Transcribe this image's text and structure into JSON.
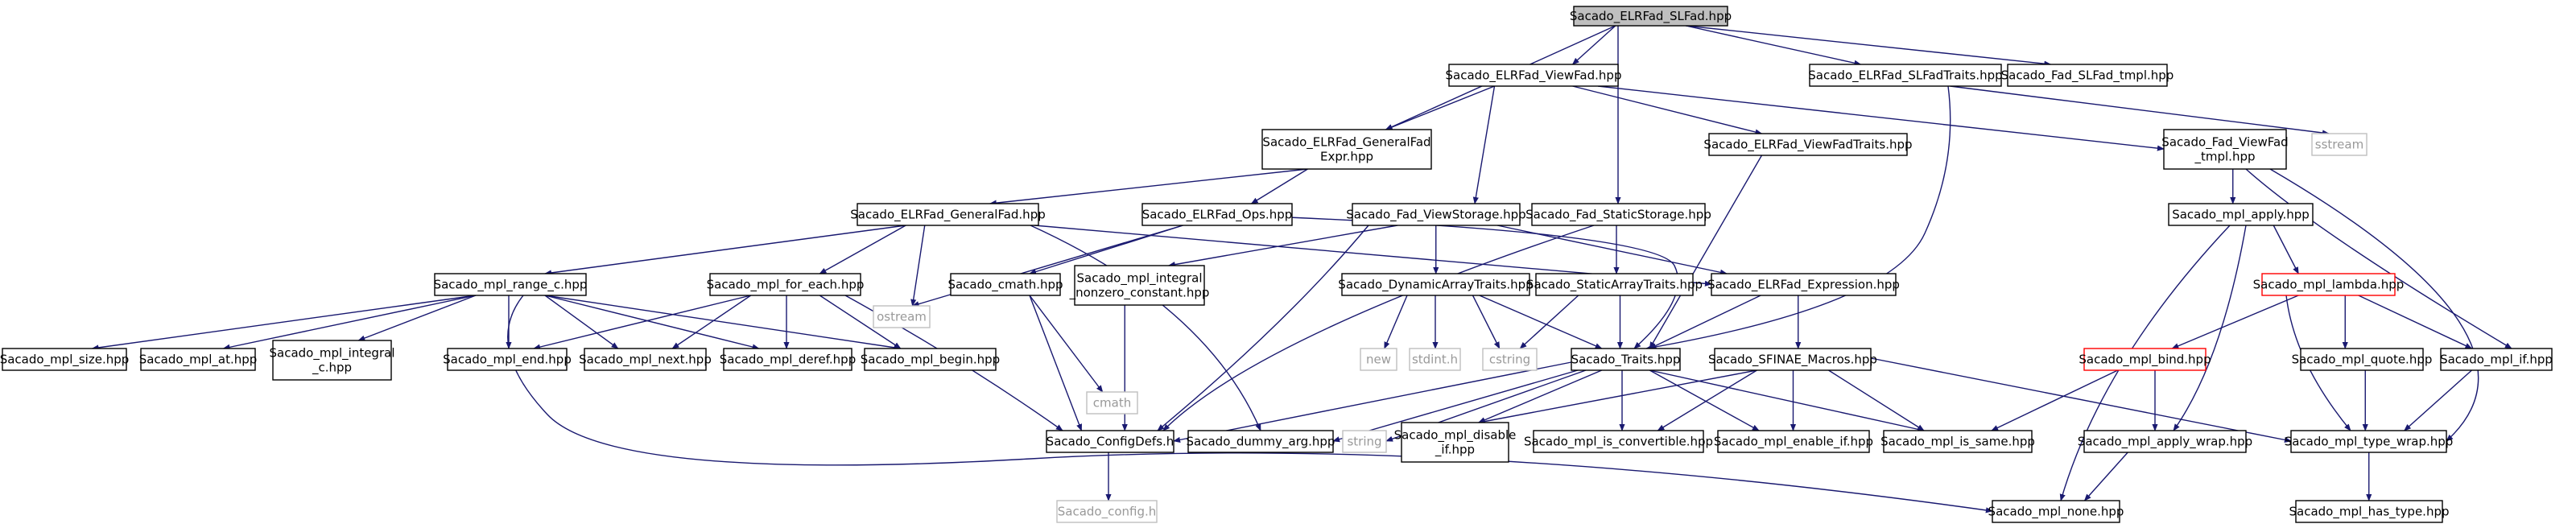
{
  "colors": {
    "edge": "#191970",
    "root_fill": "#bfbfbf",
    "node_border": "#000000",
    "missing_border": "#ff0000",
    "system_border": "#bfbfbf",
    "system_text": "#999999"
  },
  "nodes": [
    {
      "id": "root",
      "lines": [
        "Sacado_ELRFad_SLFad.hpp"
      ],
      "style": "root"
    },
    {
      "id": "viewfad",
      "lines": [
        "Sacado_ELRFad_ViewFad.hpp"
      ],
      "style": "normal"
    },
    {
      "id": "slfadtraits",
      "lines": [
        "Sacado_ELRFad_SLFadTraits.hpp"
      ],
      "style": "normal"
    },
    {
      "id": "slfadtmpl",
      "lines": [
        "Sacado_Fad_SLFad_tmpl.hpp"
      ],
      "style": "normal"
    },
    {
      "id": "genfadexpr",
      "lines": [
        "Sacado_ELRFad_GeneralFad",
        "Expr.hpp"
      ],
      "style": "normal"
    },
    {
      "id": "viewfadtraits",
      "lines": [
        "Sacado_ELRFad_ViewFadTraits.hpp"
      ],
      "style": "normal"
    },
    {
      "id": "viewfadtmpl",
      "lines": [
        "Sacado_Fad_ViewFad",
        "_tmpl.hpp"
      ],
      "style": "normal"
    },
    {
      "id": "sstream",
      "lines": [
        "sstream"
      ],
      "style": "system"
    },
    {
      "id": "genfad",
      "lines": [
        "Sacado_ELRFad_GeneralFad.hpp"
      ],
      "style": "normal"
    },
    {
      "id": "ops",
      "lines": [
        "Sacado_ELRFad_Ops.hpp"
      ],
      "style": "normal"
    },
    {
      "id": "viewstorage",
      "lines": [
        "Sacado_Fad_ViewStorage.hpp"
      ],
      "style": "normal"
    },
    {
      "id": "staticstorage",
      "lines": [
        "Sacado_Fad_StaticStorage.hpp"
      ],
      "style": "normal"
    },
    {
      "id": "mplapply",
      "lines": [
        "Sacado_mpl_apply.hpp"
      ],
      "style": "normal"
    },
    {
      "id": "rangec",
      "lines": [
        "Sacado_mpl_range_c.hpp"
      ],
      "style": "normal"
    },
    {
      "id": "foreach",
      "lines": [
        "Sacado_mpl_for_each.hpp"
      ],
      "style": "normal"
    },
    {
      "id": "ostream",
      "lines": [
        "ostream"
      ],
      "style": "system"
    },
    {
      "id": "cmathhpp",
      "lines": [
        "Sacado_cmath.hpp"
      ],
      "style": "normal"
    },
    {
      "id": "integralnz",
      "lines": [
        "Sacado_mpl_integral",
        "_nonzero_constant.hpp"
      ],
      "style": "normal"
    },
    {
      "id": "dynarray",
      "lines": [
        "Sacado_DynamicArrayTraits.hpp"
      ],
      "style": "normal"
    },
    {
      "id": "staticarray",
      "lines": [
        "Sacado_StaticArrayTraits.hpp"
      ],
      "style": "normal"
    },
    {
      "id": "expression",
      "lines": [
        "Sacado_ELRFad_Expression.hpp"
      ],
      "style": "normal"
    },
    {
      "id": "lambda",
      "lines": [
        "Sacado_mpl_lambda.hpp"
      ],
      "style": "missing"
    },
    {
      "id": "mplsize",
      "lines": [
        "Sacado_mpl_size.hpp"
      ],
      "style": "normal"
    },
    {
      "id": "mplat",
      "lines": [
        "Sacado_mpl_at.hpp"
      ],
      "style": "normal"
    },
    {
      "id": "mplintegralc",
      "lines": [
        "Sacado_mpl_integral",
        "_c.hpp"
      ],
      "style": "normal"
    },
    {
      "id": "mplend",
      "lines": [
        "Sacado_mpl_end.hpp"
      ],
      "style": "normal"
    },
    {
      "id": "mplnext",
      "lines": [
        "Sacado_mpl_next.hpp"
      ],
      "style": "normal"
    },
    {
      "id": "mplderef",
      "lines": [
        "Sacado_mpl_deref.hpp"
      ],
      "style": "normal"
    },
    {
      "id": "mplbegin",
      "lines": [
        "Sacado_mpl_begin.hpp"
      ],
      "style": "normal"
    },
    {
      "id": "cmath",
      "lines": [
        "cmath"
      ],
      "style": "system"
    },
    {
      "id": "new",
      "lines": [
        "new"
      ],
      "style": "system"
    },
    {
      "id": "stdinth",
      "lines": [
        "stdint.h"
      ],
      "style": "system"
    },
    {
      "id": "cstring",
      "lines": [
        "cstring"
      ],
      "style": "system"
    },
    {
      "id": "traits",
      "lines": [
        "Sacado_Traits.hpp"
      ],
      "style": "normal"
    },
    {
      "id": "sfinae",
      "lines": [
        "Sacado_SFINAE_Macros.hpp"
      ],
      "style": "normal"
    },
    {
      "id": "mplbind",
      "lines": [
        "Sacado_mpl_bind.hpp"
      ],
      "style": "missing"
    },
    {
      "id": "mplquote",
      "lines": [
        "Sacado_mpl_quote.hpp"
      ],
      "style": "normal"
    },
    {
      "id": "mplif",
      "lines": [
        "Sacado_mpl_if.hpp"
      ],
      "style": "normal"
    },
    {
      "id": "configdefs",
      "lines": [
        "Sacado_ConfigDefs.h"
      ],
      "style": "normal"
    },
    {
      "id": "dummyarg",
      "lines": [
        "Sacado_dummy_arg.hpp"
      ],
      "style": "normal"
    },
    {
      "id": "string",
      "lines": [
        "string"
      ],
      "style": "system"
    },
    {
      "id": "disableif",
      "lines": [
        "Sacado_mpl_disable",
        "_if.hpp"
      ],
      "style": "normal"
    },
    {
      "id": "isconvertible",
      "lines": [
        "Sacado_mpl_is_convertible.hpp"
      ],
      "style": "normal"
    },
    {
      "id": "enableif",
      "lines": [
        "Sacado_mpl_enable_if.hpp"
      ],
      "style": "normal"
    },
    {
      "id": "issame",
      "lines": [
        "Sacado_mpl_is_same.hpp"
      ],
      "style": "normal"
    },
    {
      "id": "applywrap",
      "lines": [
        "Sacado_mpl_apply_wrap.hpp"
      ],
      "style": "normal"
    },
    {
      "id": "typewrap",
      "lines": [
        "Sacado_mpl_type_wrap.hpp"
      ],
      "style": "normal"
    },
    {
      "id": "configh",
      "lines": [
        "Sacado_config.h"
      ],
      "style": "system"
    },
    {
      "id": "mplnone",
      "lines": [
        "Sacado_mpl_none.hpp"
      ],
      "style": "normal"
    },
    {
      "id": "hastype",
      "lines": [
        "Sacado_mpl_has_type.hpp"
      ],
      "style": "normal"
    }
  ],
  "edges": [
    [
      "root",
      "viewfad"
    ],
    [
      "root",
      "genfadexpr"
    ],
    [
      "root",
      "staticstorage"
    ],
    [
      "root",
      "slfadtraits"
    ],
    [
      "root",
      "slfadtmpl"
    ],
    [
      "viewfad",
      "genfadexpr"
    ],
    [
      "viewfad",
      "viewstorage"
    ],
    [
      "viewfad",
      "viewfadtraits"
    ],
    [
      "viewfad",
      "viewfadtmpl"
    ],
    [
      "slfadtraits",
      "sstream"
    ],
    [
      "slfadtraits",
      "traits"
    ],
    [
      "genfadexpr",
      "genfad"
    ],
    [
      "genfadexpr",
      "ops"
    ],
    [
      "genfad",
      "rangec"
    ],
    [
      "genfad",
      "foreach"
    ],
    [
      "genfad",
      "ostream"
    ],
    [
      "genfad",
      "dummyarg"
    ],
    [
      "genfad",
      "expression"
    ],
    [
      "ops",
      "ostream"
    ],
    [
      "ops",
      "cmathhpp"
    ],
    [
      "ops",
      "traits"
    ],
    [
      "viewstorage",
      "integralnz"
    ],
    [
      "viewstorage",
      "dynarray"
    ],
    [
      "viewstorage",
      "configdefs"
    ],
    [
      "viewstorage",
      "expression"
    ],
    [
      "staticstorage",
      "staticarray"
    ],
    [
      "staticstorage",
      "configdefs"
    ],
    [
      "viewfadtraits",
      "traits"
    ],
    [
      "viewfadtmpl",
      "mplapply"
    ],
    [
      "viewfadtmpl",
      "mplif"
    ],
    [
      "viewfadtmpl",
      "typewrap"
    ],
    [
      "rangec",
      "mplsize"
    ],
    [
      "rangec",
      "mplat"
    ],
    [
      "rangec",
      "mplintegralc"
    ],
    [
      "rangec",
      "mplend"
    ],
    [
      "rangec",
      "mplnext"
    ],
    [
      "rangec",
      "mplderef"
    ],
    [
      "rangec",
      "mplbegin"
    ],
    [
      "rangec",
      "mplnone"
    ],
    [
      "foreach",
      "mplend"
    ],
    [
      "foreach",
      "mplnext"
    ],
    [
      "foreach",
      "mplderef"
    ],
    [
      "foreach",
      "mplbegin"
    ],
    [
      "foreach",
      "configdefs"
    ],
    [
      "cmathhpp",
      "cmath"
    ],
    [
      "cmathhpp",
      "configdefs"
    ],
    [
      "integralnz",
      "configdefs"
    ],
    [
      "dynarray",
      "new"
    ],
    [
      "dynarray",
      "stdinth"
    ],
    [
      "dynarray",
      "cstring"
    ],
    [
      "dynarray",
      "traits"
    ],
    [
      "staticarray",
      "cstring"
    ],
    [
      "staticarray",
      "traits"
    ],
    [
      "expression",
      "traits"
    ],
    [
      "expression",
      "sfinae"
    ],
    [
      "mplapply",
      "lambda"
    ],
    [
      "mplapply",
      "applywrap"
    ],
    [
      "mplapply",
      "mplnone"
    ],
    [
      "lambda",
      "mplbind"
    ],
    [
      "lambda",
      "mplquote"
    ],
    [
      "lambda",
      "mplif"
    ],
    [
      "lambda",
      "typewrap"
    ],
    [
      "traits",
      "configdefs"
    ],
    [
      "traits",
      "dummyarg"
    ],
    [
      "traits",
      "string"
    ],
    [
      "traits",
      "disableif"
    ],
    [
      "traits",
      "isconvertible"
    ],
    [
      "traits",
      "enableif"
    ],
    [
      "traits",
      "issame"
    ],
    [
      "sfinae",
      "disableif"
    ],
    [
      "sfinae",
      "isconvertible"
    ],
    [
      "sfinae",
      "enableif"
    ],
    [
      "sfinae",
      "issame"
    ],
    [
      "sfinae",
      "typewrap"
    ],
    [
      "mplbind",
      "issame"
    ],
    [
      "mplbind",
      "applywrap"
    ],
    [
      "mplquote",
      "typewrap"
    ],
    [
      "mplif",
      "typewrap"
    ],
    [
      "configdefs",
      "configh"
    ],
    [
      "applywrap",
      "mplnone"
    ],
    [
      "typewrap",
      "hastype"
    ]
  ]
}
